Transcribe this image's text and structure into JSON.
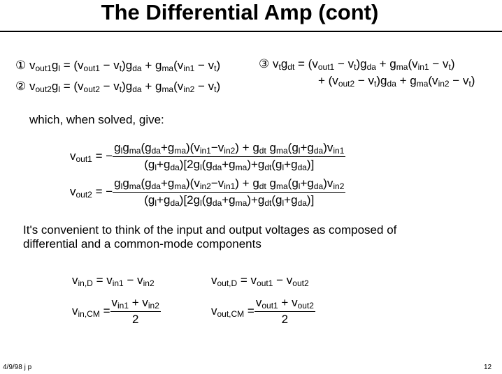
{
  "title": "The Differential Amp (cont)",
  "eqs": {
    "eq1": [
      "①",
      " v",
      [
        "out1"
      ],
      "g",
      [
        "l"
      ],
      " = (v",
      [
        "out1"
      ],
      " − v",
      [
        "t"
      ],
      ")g",
      [
        "da"
      ],
      " + g",
      [
        "ma"
      ],
      "(v",
      [
        "in1"
      ],
      " − v",
      [
        "t"
      ],
      ")"
    ],
    "eq2": [
      "②",
      " v",
      [
        "out2"
      ],
      "g",
      [
        "l"
      ],
      " = (v",
      [
        "out2"
      ],
      " − v",
      [
        "t"
      ],
      ")g",
      [
        "da"
      ],
      " + g",
      [
        "ma"
      ],
      "(v",
      [
        "in2"
      ],
      " − v",
      [
        "t"
      ],
      ")"
    ],
    "eq3a": [
      "③",
      " v",
      [
        "t"
      ],
      "g",
      [
        "dt"
      ],
      " = (v",
      [
        "out1"
      ],
      " − v",
      [
        "t"
      ],
      ")g",
      [
        "da"
      ],
      " + g",
      [
        "ma"
      ],
      "(v",
      [
        "in1"
      ],
      " − v",
      [
        "t"
      ],
      ")"
    ],
    "eq3b": [
      "+ (v",
      [
        "out2"
      ],
      " − v",
      [
        "t"
      ],
      ")g",
      [
        "da"
      ],
      " + g",
      [
        "ma"
      ],
      "(v",
      [
        "in2"
      ],
      " − v",
      [
        "t"
      ],
      ")"
    ]
  },
  "solved_text": "which, when solved, give:",
  "solutions": {
    "vout1_lhs": [
      "v",
      [
        "out1"
      ],
      " = −"
    ],
    "vout1_num": [
      "g",
      [
        "l"
      ],
      "g",
      [
        "ma"
      ],
      "(g",
      [
        "da"
      ],
      "+g",
      [
        "ma"
      ],
      ")(v",
      [
        "in1"
      ],
      "−v",
      [
        "in2"
      ],
      ") + g",
      [
        "dt"
      ],
      " g",
      [
        "ma"
      ],
      "(g",
      [
        "l"
      ],
      "+g",
      [
        "da"
      ],
      ")v",
      [
        "in1"
      ]
    ],
    "vout1_den": [
      "(g",
      [
        "l"
      ],
      "+g",
      [
        "da"
      ],
      ")[2g",
      [
        "l"
      ],
      "(g",
      [
        "da"
      ],
      "+g",
      [
        "ma"
      ],
      ")+g",
      [
        "dt"
      ],
      "(g",
      [
        "l"
      ],
      "+g",
      [
        "da"
      ],
      ")]"
    ],
    "vout2_lhs": [
      "v",
      [
        "out2"
      ],
      " = −"
    ],
    "vout2_num": [
      "g",
      [
        "l"
      ],
      "g",
      [
        "ma"
      ],
      "(g",
      [
        "da"
      ],
      "+g",
      [
        "ma"
      ],
      ")(v",
      [
        "in2"
      ],
      "−v",
      [
        "in1"
      ],
      ") + g",
      [
        "dt"
      ],
      " g",
      [
        "ma"
      ],
      "(g",
      [
        "l"
      ],
      "+g",
      [
        "da"
      ],
      ")v",
      [
        "in2"
      ]
    ],
    "vout2_den": [
      "(g",
      [
        "l"
      ],
      "+g",
      [
        "da"
      ],
      ")[2g",
      [
        "l"
      ],
      "(g",
      [
        "da"
      ],
      "+g",
      [
        "ma"
      ],
      ")+g",
      [
        "dt"
      ],
      "(g",
      [
        "l"
      ],
      "+g",
      [
        "da"
      ],
      ")]"
    ]
  },
  "paragraph": [
    "It's convenient to think of the input and output voltages as composed of",
    "differential and a common-mode components"
  ],
  "defs": {
    "vinD": [
      "v",
      [
        "in,D"
      ],
      " = v",
      [
        "in1"
      ],
      " − v",
      [
        "in2"
      ]
    ],
    "voutD": [
      "v",
      [
        "out,D"
      ],
      " = v",
      [
        "out1"
      ],
      " − v",
      [
        "out2"
      ]
    ],
    "vinCM_lhs": [
      "v",
      [
        "in,CM"
      ],
      " = "
    ],
    "vinCM_num": [
      "v",
      [
        "in1"
      ],
      " + v",
      [
        "in2"
      ]
    ],
    "vinCM_den": [
      "2"
    ],
    "voutCM_lhs": [
      "v",
      [
        "out,CM"
      ],
      " = "
    ],
    "voutCM_num": [
      "v",
      [
        "out1"
      ],
      " + v",
      [
        "out2"
      ]
    ],
    "voutCM_den": [
      "2"
    ]
  },
  "footer": {
    "date": "4/9/98  j p",
    "page": "12"
  }
}
